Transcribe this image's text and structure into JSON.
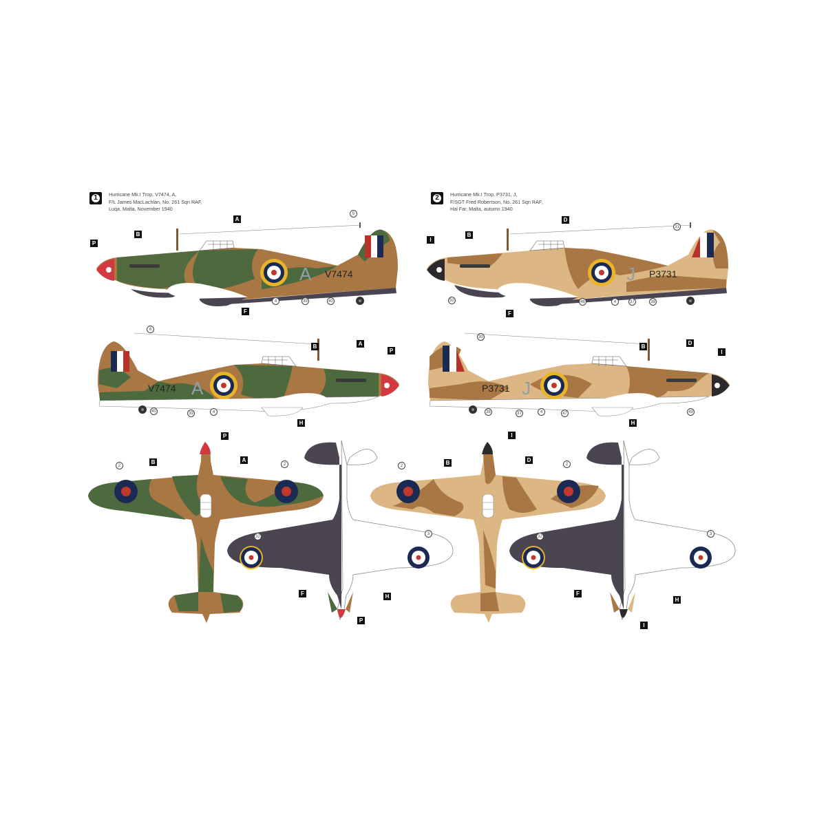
{
  "colors": {
    "dark_earth": "#a87744",
    "dark_green": "#4d6a3e",
    "mid_stone": "#dcb783",
    "sky_blue_grey": "#8a98a4",
    "underside_black": "#4a4550",
    "spinner_red": "#d33a3f",
    "spinner_black": "#2c2a2c",
    "roundel_blue": "#1a2a52",
    "roundel_red": "#c0392b",
    "roundel_yellow": "#eab42a",
    "fin_flash_red": "#b8322a",
    "code_letter_grey": "#8fa0ad"
  },
  "profiles": [
    {
      "index": "1",
      "caption": [
        "Hurricane Mk.I Trop, V7474, A,",
        "F/L James MacLachlan, No. 261 Sqn RAF,",
        "Luqa, Malta, November 1940"
      ],
      "code_letter": "A",
      "serial": "V7474",
      "scheme": "temperate",
      "left_side": {
        "labels": [
          "P",
          "B",
          "A",
          "F"
        ],
        "callouts": [
          "5",
          "4",
          "39",
          "40"
        ]
      },
      "right_side": {
        "labels": [
          "B",
          "A",
          "P",
          "H"
        ],
        "callouts": [
          "6",
          "40",
          "39",
          "4"
        ]
      },
      "top_view": {
        "labels": [
          "P",
          "B",
          "A"
        ],
        "callouts": [
          "2",
          "2"
        ]
      },
      "bottom_view": {
        "labels": [
          "F",
          "H",
          "P"
        ],
        "callouts": [
          "32",
          "3"
        ]
      }
    },
    {
      "index": "2",
      "caption": [
        "Hurricane Mk.I Trop, P3731, J,",
        "F/SGT Fred Robertson, No. 261 Sqn RAF,",
        "Hal Far, Malta, autumn 1940"
      ],
      "code_letter": "J",
      "serial": "P3731",
      "scheme": "desert",
      "left_side": {
        "labels": [
          "I",
          "B",
          "D",
          "F"
        ],
        "callouts": [
          "31",
          "50",
          "46",
          "4",
          "37",
          "38"
        ]
      },
      "right_side": {
        "labels": [
          "B",
          "D",
          "I",
          "H"
        ],
        "callouts": [
          "30",
          "38",
          "37",
          "4",
          "47",
          "49"
        ]
      },
      "top_view": {
        "labels": [
          "I",
          "B",
          "D"
        ],
        "callouts": [
          "2",
          "2"
        ]
      },
      "bottom_view": {
        "labels": [
          "F",
          "H",
          "I"
        ],
        "callouts": [
          "32",
          "3"
        ]
      }
    }
  ]
}
